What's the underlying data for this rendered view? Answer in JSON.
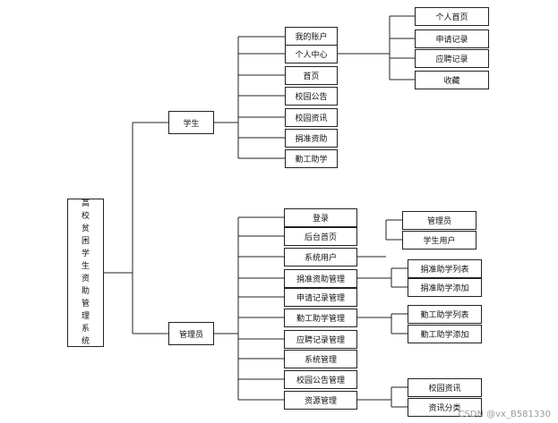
{
  "root": {
    "chars": [
      "高",
      "校",
      "贫",
      "困",
      "学",
      "生",
      "资",
      "助",
      "管",
      "理",
      "系",
      "统"
    ]
  },
  "student": {
    "label": "学生",
    "items": [
      "我的账户",
      "个人中心",
      "首页",
      "校园公告",
      "校园资讯",
      "捐准资助",
      "勤工助学"
    ],
    "center_children": [
      "个人首页",
      "申请记录",
      "应聘记录",
      "收藏"
    ]
  },
  "admin": {
    "label": "管理员",
    "items": [
      "登录",
      "后台首页",
      "系统用户",
      "捐准资助管理",
      "申请记录管理",
      "勤工助学管理",
      "应聘记录管理",
      "系统管理",
      "校园公告管理",
      "资源管理"
    ],
    "users_children": [
      "管理员",
      "学生用户"
    ],
    "aid_children": [
      "捐准助学列表",
      "捐准助学添加"
    ],
    "work_children": [
      "勤工助学列表",
      "勤工助学添加"
    ],
    "resource_children": [
      "校园资讯",
      "资讯分类"
    ]
  },
  "watermark": "CSDN @vx_B581330"
}
